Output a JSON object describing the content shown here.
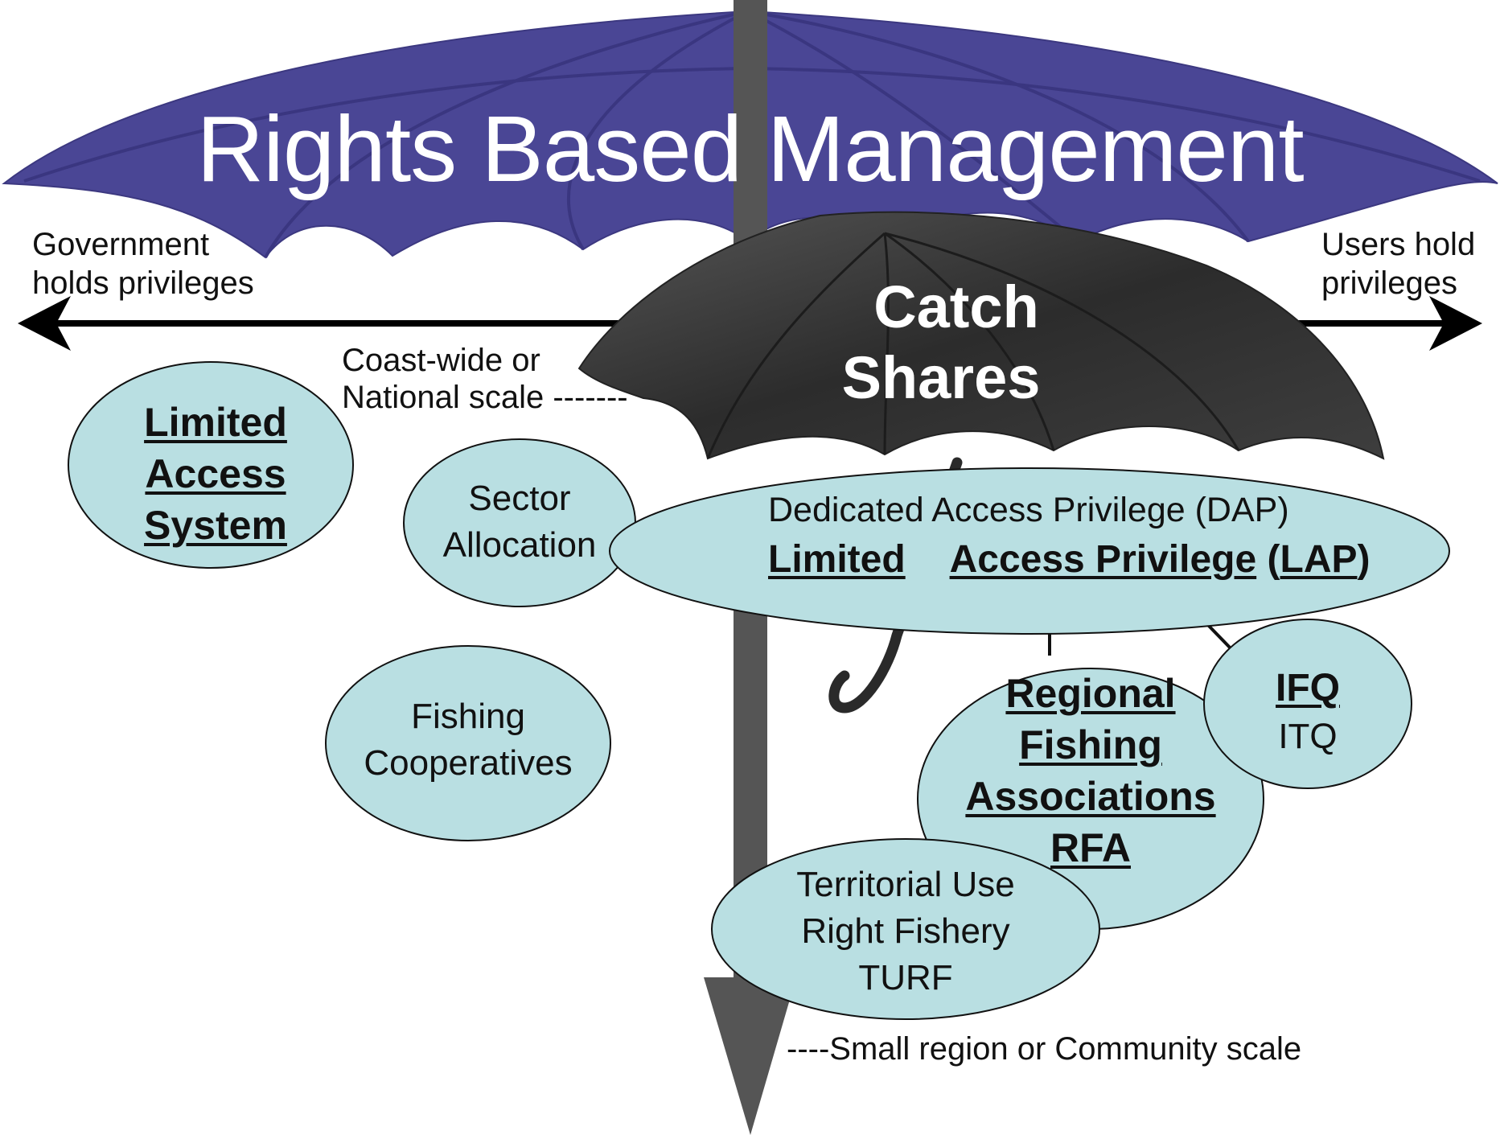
{
  "title": "Rights Based Management",
  "catch_shares": [
    "Catch",
    "Shares"
  ],
  "axis": {
    "left_label": [
      "Government",
      "holds privileges"
    ],
    "right_label": [
      "Users hold",
      "privileges"
    ],
    "top_scale_label": [
      "Coast-wide or",
      "National scale -------"
    ],
    "bottom_scale_label": "----Small region or Community scale"
  },
  "nodes": {
    "limited_access_system": [
      "Limited",
      "Access",
      "System"
    ],
    "sector_allocation": [
      "Sector",
      "Allocation"
    ],
    "fishing_cooperatives": [
      "Fishing",
      "Cooperatives"
    ],
    "dap_line1": "Dedicated Access Privilege (DAP)",
    "lap": {
      "word1": "Limited",
      "word2": "Access Privilege",
      "paren_open": " (",
      "abbr": "LAP",
      "paren_close": ")"
    },
    "rfa": [
      "Regional",
      "Fishing",
      "Associations",
      "RFA"
    ],
    "ifq": {
      "bold": "IFQ",
      "plain": "ITQ"
    },
    "turf": [
      "Territorial Use",
      "Right Fishery",
      "TURF"
    ]
  },
  "colors": {
    "big_umbrella": "#4a4695",
    "big_umbrella_ribs": "#3a3680",
    "pole": "#555555",
    "small_umbrella": "#333333",
    "bubble_fill": "#b9dfe2",
    "bubble_stroke": "#111111",
    "arrow": "#000000"
  }
}
